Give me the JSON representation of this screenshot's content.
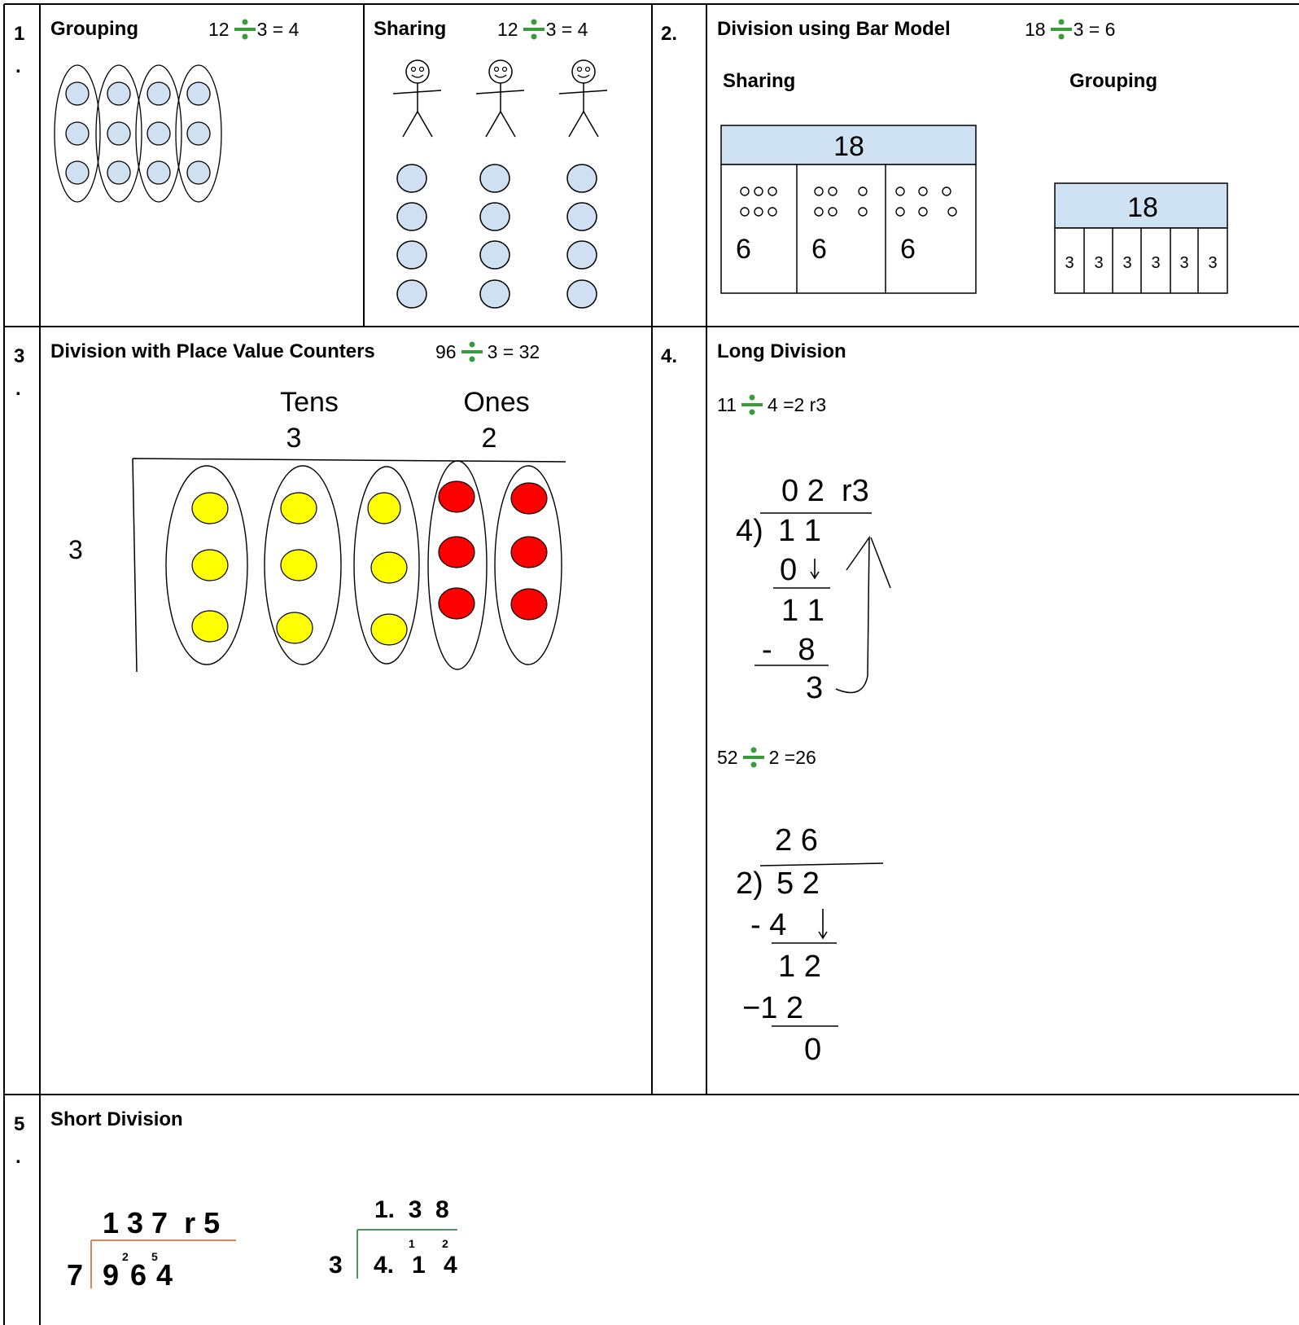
{
  "sections": {
    "s1": {
      "number": "1",
      "dot": ".",
      "grouping": {
        "title": "Grouping",
        "eq_left": "12",
        "eq_right": "3 = 4"
      },
      "sharing": {
        "title": "Sharing",
        "eq_left": "12",
        "eq_right": "3 = 4"
      }
    },
    "s2": {
      "number": "2.",
      "title": "Division using Bar Model",
      "eq_left": "18",
      "eq_right": "3 = 6",
      "sharing_label": "Sharing",
      "grouping_label": "Grouping",
      "sharing_bar": {
        "total": "18",
        "parts": [
          "6",
          "6",
          "6"
        ]
      },
      "grouping_bar": {
        "total": "18",
        "parts": [
          "3",
          "3",
          "3",
          "3",
          "3",
          "3"
        ]
      }
    },
    "s3": {
      "number": "3",
      "dot": ".",
      "title": "Division with Place Value Counters",
      "eq_left": "96",
      "eq_right": "3 = 32",
      "tens_label": "Tens",
      "ones_label": "Ones",
      "tens_value": "3",
      "ones_value": "2",
      "divisor": "3"
    },
    "s4": {
      "number": "4.",
      "title": "Long Division",
      "ex1": {
        "eq_left": "11",
        "eq_right": "4 =2 r3",
        "quotient": "0 2  r3",
        "divisor": "4)",
        "dividend": "1 1",
        "step1": "0",
        "step2": "1 1",
        "step3": "-   8",
        "remainder": "3"
      },
      "ex2": {
        "eq_left": "52",
        "eq_right": "2 =26",
        "quotient": "2 6",
        "divisor": "2)",
        "dividend": "5 2",
        "step1": "- 4",
        "step2": "1 2",
        "step3": "−1 2",
        "remainder": "0"
      }
    },
    "s5": {
      "number": "5",
      "dot": ".",
      "title": "Short Division",
      "ex1": {
        "quotient": "1 3 7  r 5",
        "divisor": "7",
        "d1": "9",
        "d2": "6",
        "d3": "4",
        "c1": "2",
        "c2": "5"
      },
      "ex2": {
        "quotient": "1.  3  8",
        "divisor": "3",
        "d1": "4.",
        "d2": "1",
        "d3": "4",
        "c1": "1",
        "c2": "2"
      }
    }
  },
  "colors": {
    "grid": "#000000",
    "counter_blue": "#cfe0f3",
    "bar_header": "#cfe2f3",
    "counter_yellow": "#ffff00",
    "counter_red": "#ff0000",
    "divide_green": "#3a9b3a",
    "bracket_orange": "#d9825b",
    "bracket_green": "#4a9a5a"
  },
  "icons": [
    "divide-icon",
    "stick-figure-icon",
    "arrow-down-icon"
  ]
}
